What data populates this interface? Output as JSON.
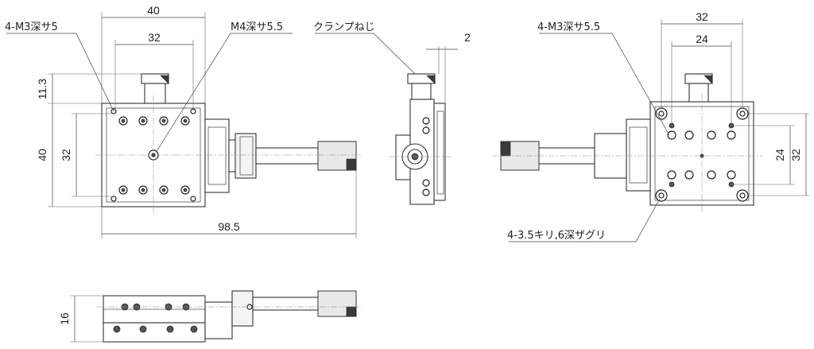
{
  "palette": {
    "line": "#333333",
    "dimension": "#444444",
    "background": "#ffffff",
    "accent_dark": "#3a3a3a"
  },
  "front_view": {
    "dims": {
      "width_40": "40",
      "hole_pitch_32": "32",
      "height_40": "40",
      "vert_pitch_32": "32",
      "top_offset": "11.3",
      "overall_98_5": "98.5"
    },
    "notes": {
      "corner_taps": "4-M3深サ5",
      "center_tap": "M4深サ5.5"
    }
  },
  "side_view": {
    "dims": {
      "offset_2": "2"
    },
    "notes": {
      "clamp_screw": "クランプねじ"
    }
  },
  "bottom_view": {
    "dims": {
      "width_32": "32",
      "pitch_24": "24",
      "vert_24": "24",
      "vert_32": "32"
    },
    "notes": {
      "corner_taps": "4-M3深サ5.5",
      "counterbore": "4-3.5キリ,6深ザグリ"
    }
  },
  "lower_view": {
    "dims": {
      "thickness_16": "16"
    }
  }
}
